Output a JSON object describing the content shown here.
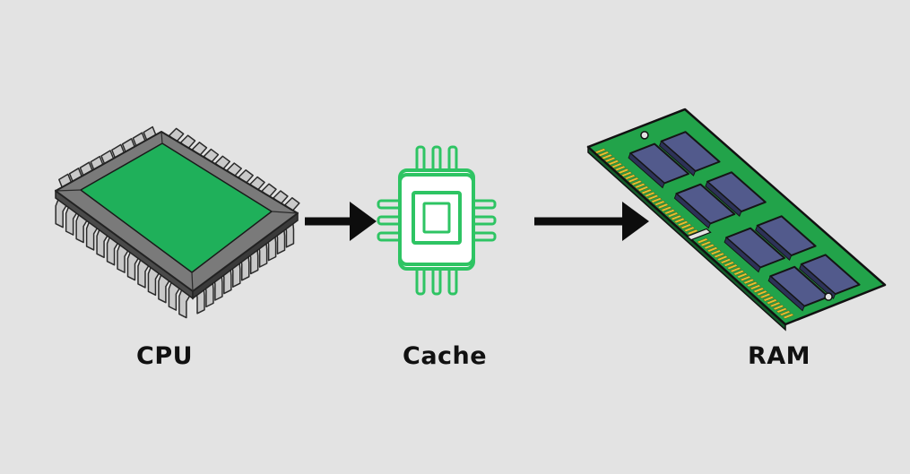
{
  "nodes": [
    {
      "id": "cpu",
      "label": "CPU",
      "icon": "cpu-chip-icon"
    },
    {
      "id": "cache",
      "label": "Cache",
      "icon": "cache-chip-icon"
    },
    {
      "id": "ram",
      "label": "RAM",
      "icon": "ram-module-icon"
    }
  ],
  "edges": [
    {
      "from": "cpu",
      "to": "cache"
    },
    {
      "from": "cache",
      "to": "ram"
    }
  ],
  "colors": {
    "background": "#e3e3e3",
    "cpu_die": "#1fb05a",
    "cpu_frame": "#7a7a7a",
    "cpu_pins": "#c9c9c9",
    "cache_icon": "#2ec463",
    "ram_board": "#22a34a",
    "ram_chips": "#525a8c",
    "ram_contacts": "#e3c233",
    "arrow": "#0d0d0d"
  }
}
